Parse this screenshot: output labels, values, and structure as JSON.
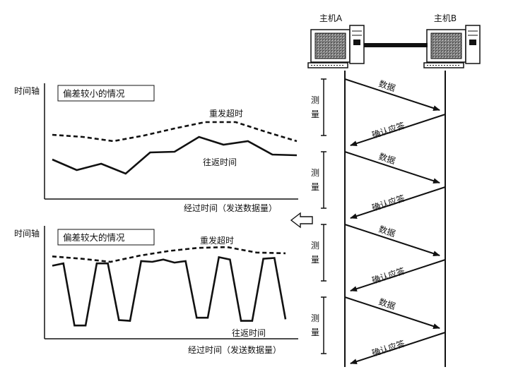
{
  "hosts": {
    "a": {
      "label": "主机A"
    },
    "b": {
      "label": "主机B"
    }
  },
  "panels": [
    {
      "axis_label": "时间轴",
      "title": "偏差较小的情况",
      "timeout_label": "重发超时",
      "rtt_label": "往返时间",
      "x_label": "经过时间（发送数据量）",
      "rtt_series": [
        0.42,
        0.27,
        0.36,
        0.22,
        0.52,
        0.53,
        0.74,
        0.63,
        0.68,
        0.49,
        0.48
      ],
      "timeout_series": [
        0.77,
        0.74,
        0.68,
        0.76,
        0.86,
        0.95,
        0.95,
        0.81,
        0.68
      ]
    },
    {
      "axis_label": "时间轴",
      "title": "偏差较大的情况",
      "timeout_label": "重发超时",
      "rtt_label": "往返时间",
      "x_label": "经过时间（发送数据量）",
      "rtt_series": [
        0.85,
        0.88,
        0.08,
        0.08,
        0.88,
        0.88,
        0.15,
        0.14,
        0.91,
        0.9,
        0.93,
        0.89,
        0.91,
        0.18,
        0.18,
        0.96,
        0.93,
        0.14,
        0.14,
        0.94,
        0.95,
        0.16
      ],
      "timeout_series": [
        0.97,
        0.94,
        0.9,
        0.98,
        1.04,
        1.08,
        1.09,
        1.02,
        1.01
      ]
    }
  ],
  "sequence": {
    "measure_label": "测量",
    "data_label": "数据",
    "ack_label": "确认应答",
    "rounds": 4
  }
}
